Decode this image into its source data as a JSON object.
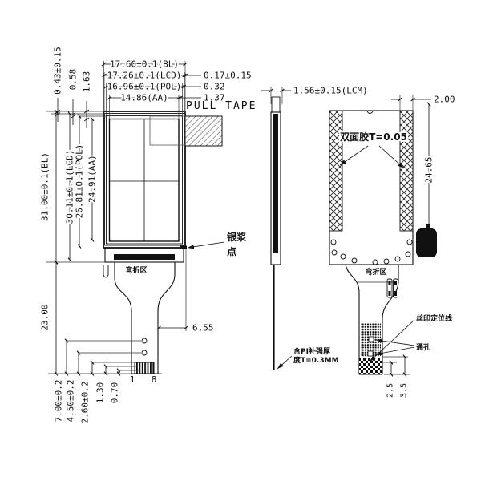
{
  "front_view": {
    "width_dims": {
      "bl": "17.60±0.1(BL)",
      "lcd": "17.26±0.1(LCD)",
      "pol": "16.96±0.1(POL)",
      "aa": "14.86(AA)"
    },
    "right_offset_dims": {
      "lcd": "0.17±0.15",
      "pol": "0.32",
      "aa": "1.37"
    },
    "top_offset_dims": {
      "bl_lcd": "0.43±0.15",
      "lcd_pol": "0.58",
      "pol_aa": "1.63"
    },
    "height_dims": {
      "bl": "31.00±0.1(BL)",
      "lcd": "30.11±0.1(LCD)",
      "pol": "26.81±0.1(POL)",
      "aa": "24.91(AA)",
      "fpc": "23.00"
    },
    "bottom_dims": {
      "d1": "7.00±0.2",
      "d2": "4.50±0.2",
      "d3": "2.60±0.2",
      "d4": "1.30",
      "d5": "0.70"
    },
    "pull_tape_label": "PULL TAPE",
    "pin_first": "1",
    "pin_last": "8",
    "tail_offset_dim": "6.55",
    "silver_dot_line1": "银浆",
    "silver_dot_line2": "点",
    "bend_area_label": "弯折区"
  },
  "side_view": {
    "thickness_dim": "1.56±0.15(LCM)",
    "tape_label": "双面胶T=0.05",
    "tape_width_dim": "2.00",
    "tape_height_dim": "24.65",
    "bend_area_label": "弯折区",
    "silk_position_label": "丝印定位线",
    "through_hole_label": "通孔",
    "pi_thickness_line1": "含PI补强厚",
    "pi_thickness_line2": "度T=0.3MM",
    "bottom_dim_inner": "2.5",
    "bottom_dim_outer": "3.5"
  }
}
